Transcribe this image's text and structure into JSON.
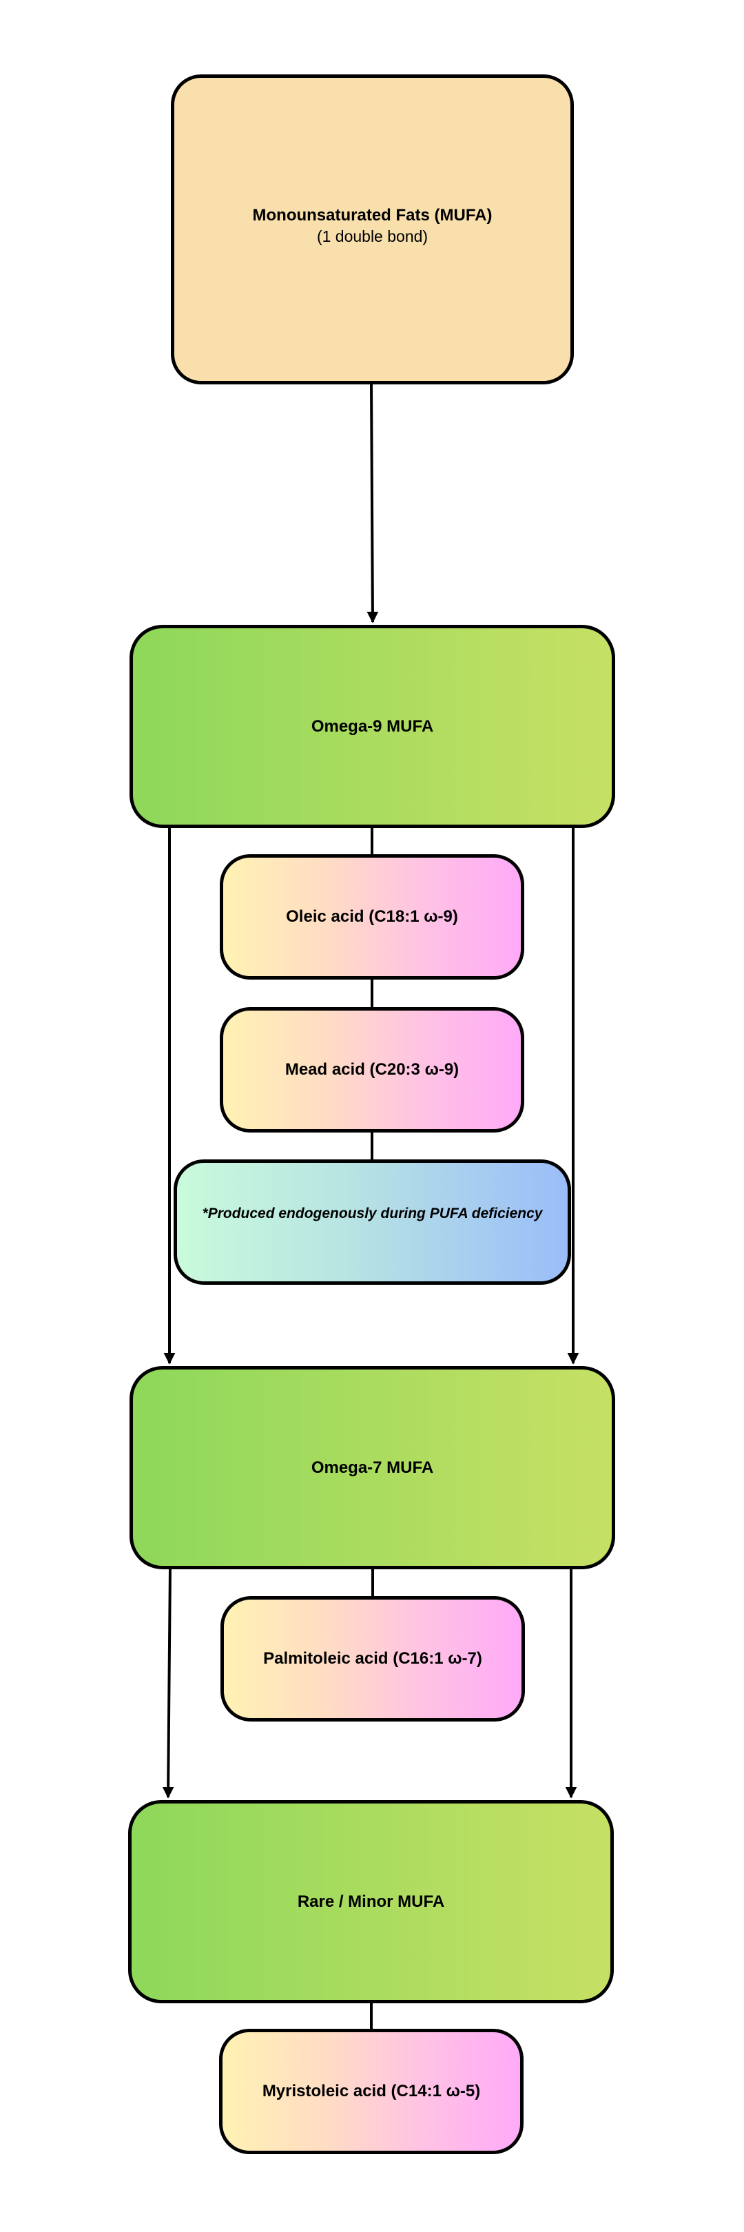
{
  "diagram": {
    "type": "hierarchy-flowchart",
    "root": {
      "title": "Monounsaturated Fats (MUFA)",
      "subtitle": "(1 double bond)"
    },
    "categories": [
      {
        "id": "omega9",
        "label": "Omega-9 MUFA",
        "acids": [
          "Oleic acid (C18:1 ω-9)",
          "Mead acid (C20:3 ω-9)"
        ],
        "note": "*Produced endogenously during PUFA deficiency"
      },
      {
        "id": "omega7",
        "label": "Omega-7 MUFA",
        "acids": [
          "Palmitoleic acid (C16:1 ω-7)"
        ]
      },
      {
        "id": "rare",
        "label": "Rare / Minor MUFA",
        "acids": [
          "Myristoleic acid (C14:1 ω-5)"
        ]
      }
    ],
    "edges": [
      {
        "from": "root",
        "to": "omega9",
        "arrow": true
      },
      {
        "from": "omega9",
        "to": "oleic",
        "arrow": false
      },
      {
        "from": "oleic",
        "to": "mead",
        "arrow": false
      },
      {
        "from": "mead",
        "to": "note",
        "arrow": false
      },
      {
        "from": "omega9",
        "to": "omega7",
        "arrow": true,
        "count": 2
      },
      {
        "from": "omega7",
        "to": "palmitoleic",
        "arrow": false
      },
      {
        "from": "omega7",
        "to": "rare",
        "arrow": true,
        "count": 2
      },
      {
        "from": "rare",
        "to": "myristoleic",
        "arrow": false
      }
    ],
    "colors": {
      "root_fill": "#F8DFAC",
      "category_gradient": [
        "#8ED85A",
        "#C6E064"
      ],
      "acid_gradient": [
        "#FFF2B3",
        "#FFAAF8"
      ],
      "note_gradient": [
        "#C9FBDB",
        "#9ABDF9"
      ],
      "stroke": "#000000"
    }
  }
}
